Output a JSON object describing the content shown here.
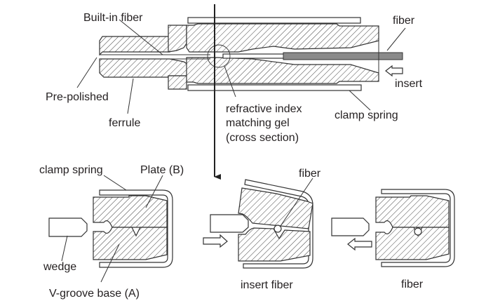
{
  "diagram": {
    "title": "Mechanical splice fiber connector (field-assembly) cross section",
    "top": {
      "labels": {
        "built_in_fiber": "Built-in fiber",
        "pre_polished": "Pre-polished",
        "ferrule": "ferrule",
        "gel_line1": "refractive index",
        "gel_line2": "matching gel",
        "gel_line3": "(cross section)",
        "fiber": "fiber",
        "insert": "insert",
        "clamp_spring": "clamp spring"
      }
    },
    "bottom": {
      "stage1": {
        "clamp_spring": "clamp spring",
        "plate_b": "Plate (B)",
        "wedge": "wedge",
        "v_groove_base": "V-groove base (A)"
      },
      "stage2": {
        "fiber": "fiber",
        "caption": "insert fiber"
      },
      "stage3": {
        "caption": "fiber"
      }
    },
    "colors": {
      "line": "#333333",
      "text": "#231f20",
      "inserted_fiber": "#8a8a8a",
      "background": "#ffffff"
    }
  }
}
